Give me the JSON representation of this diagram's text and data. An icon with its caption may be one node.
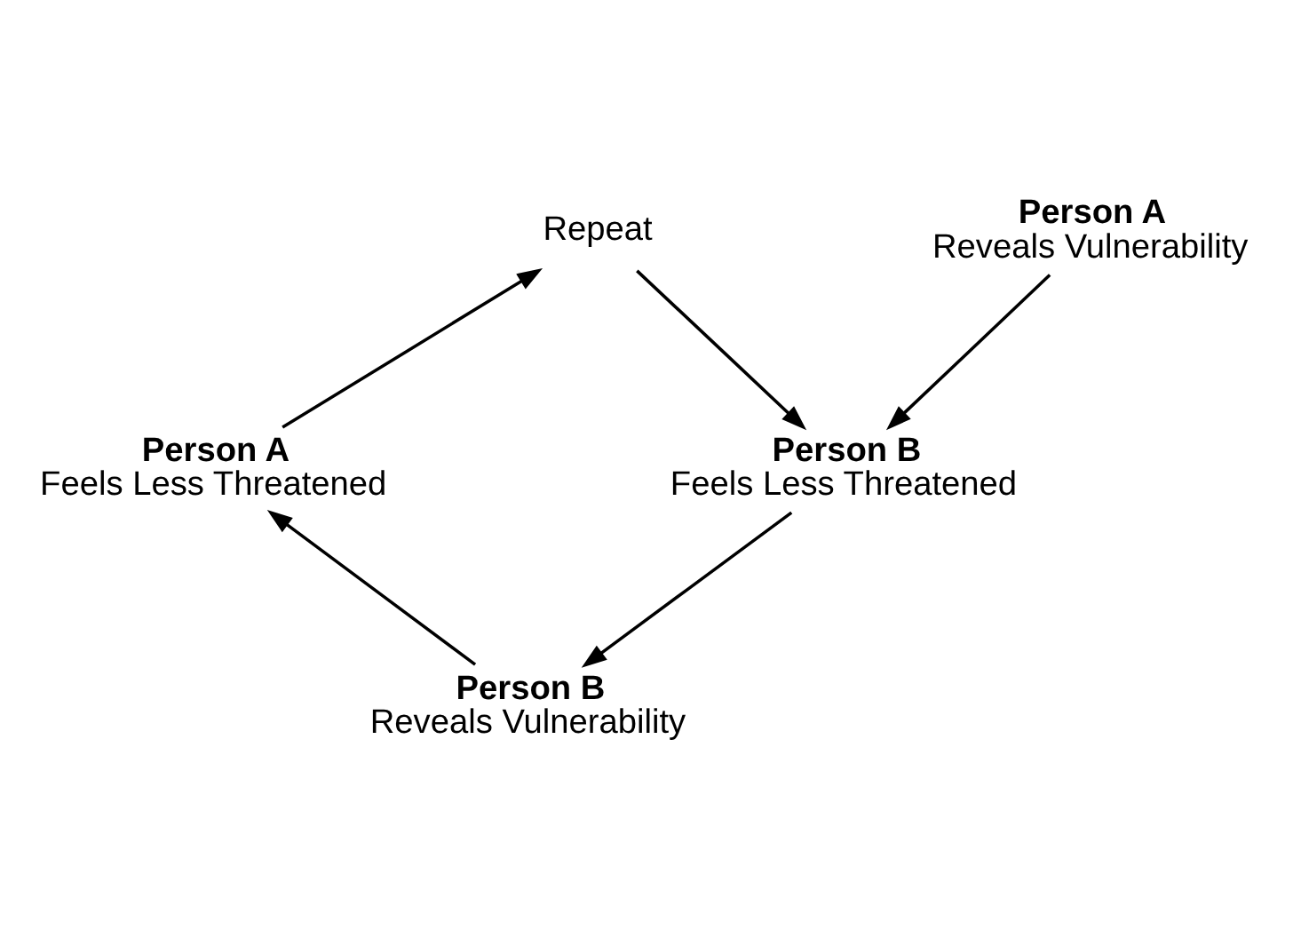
{
  "diagram": {
    "nodes": [
      {
        "text": [
          "Person A",
          "Reveals Vulnerability"
        ]
      },
      {
        "text": [
          "Repeat"
        ]
      },
      {
        "text": [
          "Person B",
          "Feels Less Threatened"
        ]
      },
      {
        "text": [
          "Person B",
          "Reveals Vulnerability"
        ]
      },
      {
        "text": [
          "Person A",
          "Feels Less Threatened"
        ]
      }
    ],
    "edges": [
      {
        "from": 0,
        "to": 2,
        "arrow": "to"
      },
      {
        "from": 1,
        "to": 2,
        "arrow": "to"
      },
      {
        "from": 2,
        "to": 3,
        "arrow": "to"
      },
      {
        "from": 3,
        "to": 4,
        "arrow": "to"
      },
      {
        "from": 4,
        "to": 1,
        "arrow": "to"
      }
    ]
  }
}
